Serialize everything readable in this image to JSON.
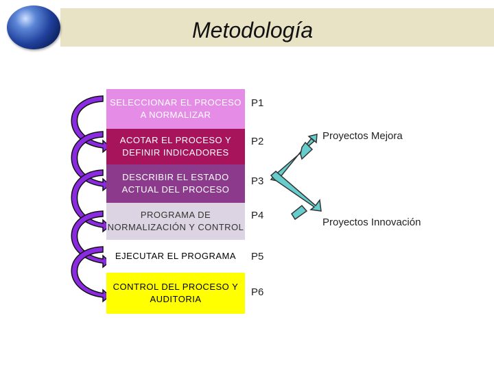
{
  "title": "Metodología",
  "steps": [
    {
      "text": "SELECCIONAR EL PROCESO A NORMALIZAR",
      "label": "P1",
      "color": "#e58de6",
      "text_color": "#ffffff"
    },
    {
      "text": "ACOTAR EL PROCESO Y DEFINIR INDICADORES",
      "label": "P2",
      "color": "#a8145c",
      "text_color": "#ffffff"
    },
    {
      "text": "DESCRIBIR EL ESTADO ACTUAL DEL PROCESO",
      "label": "P3",
      "color": "#8b3a8c",
      "text_color": "#ffffff"
    },
    {
      "text": "PROGRAMA DE NORMALIZACIÓN Y CONTROL",
      "label": "P4",
      "color": "#dcd4e2",
      "text_color": "#333333"
    },
    {
      "text": "EJECUTAR EL PROGRAMA",
      "label": "P5",
      "color": "#ffffff",
      "text_color": "#000000"
    },
    {
      "text": "CONTROL DEL PROCESO Y AUDITORIA",
      "label": "P6",
      "color": "#ffff00",
      "text_color": "#000000"
    }
  ],
  "outcomes": {
    "mejora": "Proyectos Mejora",
    "innovacion": "Proyectos Innovación"
  },
  "colors": {
    "arrow_fill": "#66cccc",
    "curve_fill": "#8a2be2",
    "banner": "#e9e3c6"
  }
}
